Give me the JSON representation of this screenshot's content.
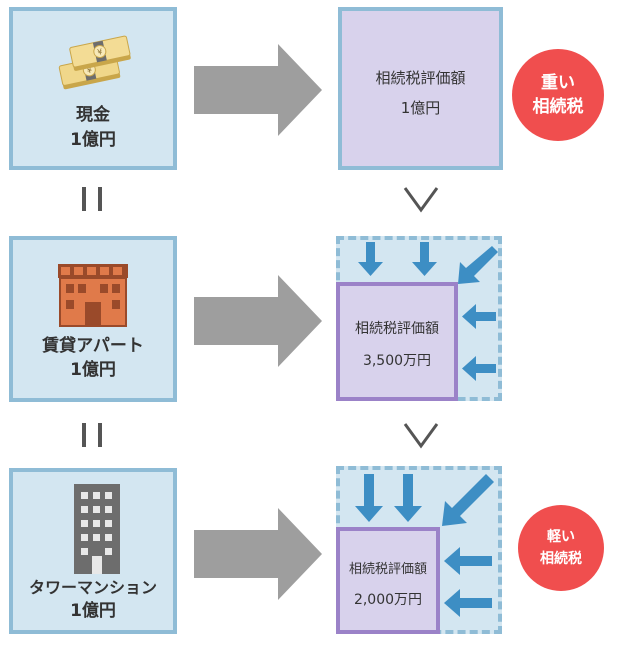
{
  "rows": [
    {
      "asset_name": "現金",
      "asset_value": "1億円",
      "eval_title": "相続税評価額",
      "eval_value": "1億円"
    },
    {
      "asset_name": "賃貸アパート",
      "asset_value": "1億円",
      "eval_title": "相続税評価額",
      "eval_value": "3,500万円"
    },
    {
      "asset_name": "タワーマンション",
      "asset_value": "1億円",
      "eval_title": "相続税評価額",
      "eval_value": "2,000万円"
    }
  ],
  "badges": {
    "heavy": {
      "line1": "重い",
      "line2": "相続税",
      "color": "#f04e4e"
    },
    "light": {
      "line1": "軽い",
      "line2": "相続税",
      "color": "#f04e4e"
    }
  },
  "symbols": {
    "equal": "=",
    "greater": "∨"
  },
  "colors": {
    "box_fill": "#d3e6f1",
    "box_border": "#8fbcd6",
    "eval_fill": "#d8d2ec",
    "eval_border": "#9b82c8",
    "arrow_gray": "#9e9e9e",
    "reduction_arrow": "#3d8ec4"
  },
  "icons": [
    "money-stack-icon",
    "apartment-building-icon",
    "tower-building-icon"
  ]
}
